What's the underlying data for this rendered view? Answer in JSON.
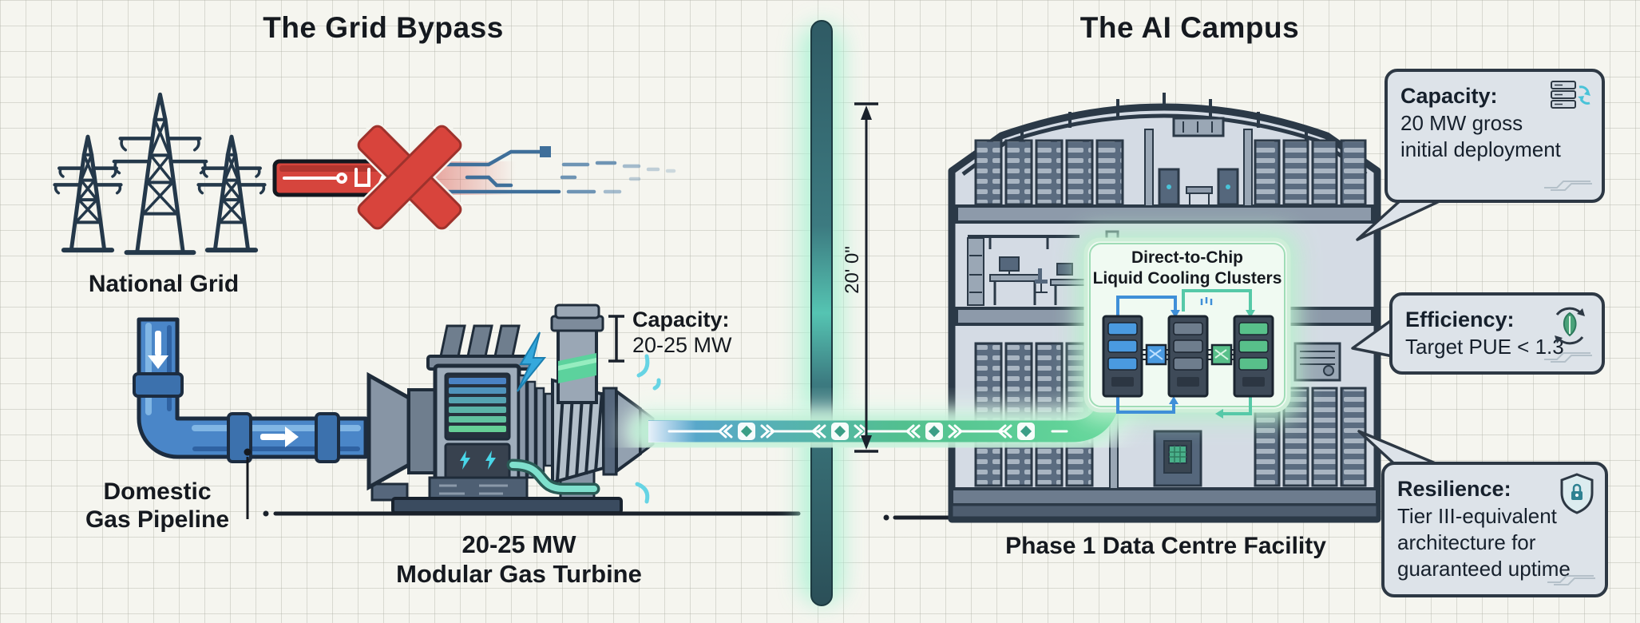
{
  "titles": {
    "left": "The Grid Bypass",
    "right": "The AI Campus"
  },
  "grid_bypass": {
    "national_grid_label": "National Grid",
    "pipeline_label": {
      "line1": "Domestic",
      "line2": "Gas Pipeline"
    },
    "capacity_annotation": {
      "title": "Capacity:",
      "value": "20-25 MW"
    },
    "turbine_label": {
      "line1": "20-25 MW",
      "line2": "Modular Gas Turbine"
    }
  },
  "divider": {
    "dimension_label": "20' 0\""
  },
  "ai_campus": {
    "facility_label": "Phase 1 Data Centre Facility",
    "cooling_panel": {
      "line1": "Direct-to-Chip",
      "line2": "Liquid Cooling Clusters"
    },
    "callouts": [
      {
        "title": "Capacity:",
        "line1": "20 MW gross",
        "line2": "initial deployment",
        "icon": "server-sync-icon"
      },
      {
        "title": "Efficiency:",
        "line1": "Target PUE < 1.3",
        "icon": "leaf-cycle-icon"
      },
      {
        "title": "Resilience:",
        "line1": "Tier III-equivalent",
        "line2": "architecture for",
        "line3": "guaranteed uptime",
        "icon": "shield-lock-icon"
      }
    ]
  },
  "colors": {
    "ink": "#16202c",
    "accent_red": "#d8443c",
    "pipe_blue": "#4a86c8",
    "beam_blue": "#5aa2d8",
    "beam_green": "#5ad197",
    "divider_teal": "#3c7a80",
    "glow_green": "#a9f2d3",
    "callout_bg": "#dde3e9",
    "cooling_panel_bg": "#f0faf2"
  }
}
